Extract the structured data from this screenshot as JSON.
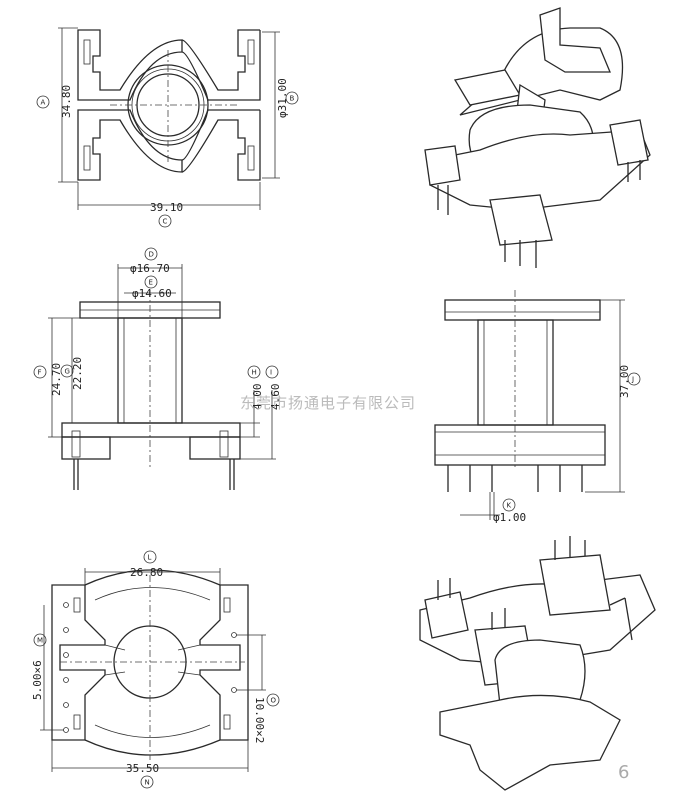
{
  "dimensions": {
    "top_height": "34.80",
    "top_diameter": "φ31.00",
    "top_width": "39.10",
    "d1": "φ16.70",
    "d2": "φ14.60",
    "h1": "24.70",
    "h2": "22.20",
    "pin_h1": "4.00",
    "pin_h2": "4.60",
    "side_height": "37.00",
    "pin_dia": "φ1.00",
    "bottom_width": "26.80",
    "pitch_left": "5.00×6",
    "pitch_right": "10.00×2",
    "bottom_overall": "35.50"
  },
  "labels": {
    "A": "A",
    "B": "B",
    "C": "C",
    "D": "D",
    "E": "E",
    "F": "F",
    "G": "G",
    "H": "H",
    "I": "I",
    "J": "J",
    "K": "K",
    "L": "L",
    "M": "M",
    "N": "N",
    "O": "O"
  },
  "watermark": "东莞市扬通电子有限公司",
  "page_number": "6"
}
